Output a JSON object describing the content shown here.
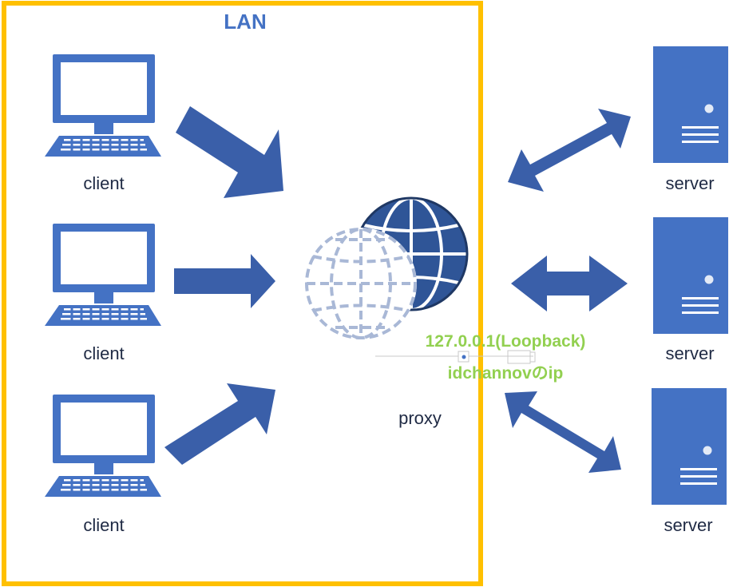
{
  "colors": {
    "lan_border": "#FFC000",
    "lan_title": "#4472C4",
    "shape_fill": "#4472C4",
    "arrow_fill": "#3A5FA9",
    "globe_dark": "#2F5597",
    "annotation": "#92D050"
  },
  "lan": {
    "title": "LAN"
  },
  "clients": [
    {
      "label": "client",
      "icon": "computer-icon"
    },
    {
      "label": "client",
      "icon": "computer-icon"
    },
    {
      "label": "client",
      "icon": "computer-icon"
    }
  ],
  "servers": [
    {
      "label": "server",
      "icon": "server-icon"
    },
    {
      "label": "server",
      "icon": "server-icon"
    },
    {
      "label": "server",
      "icon": "server-icon"
    }
  ],
  "proxy": {
    "label": "proxy",
    "icon": "globe-icon",
    "annotation_line1": "127.0.0.1(Loopback)",
    "annotation_line2": "idchannovのip"
  }
}
